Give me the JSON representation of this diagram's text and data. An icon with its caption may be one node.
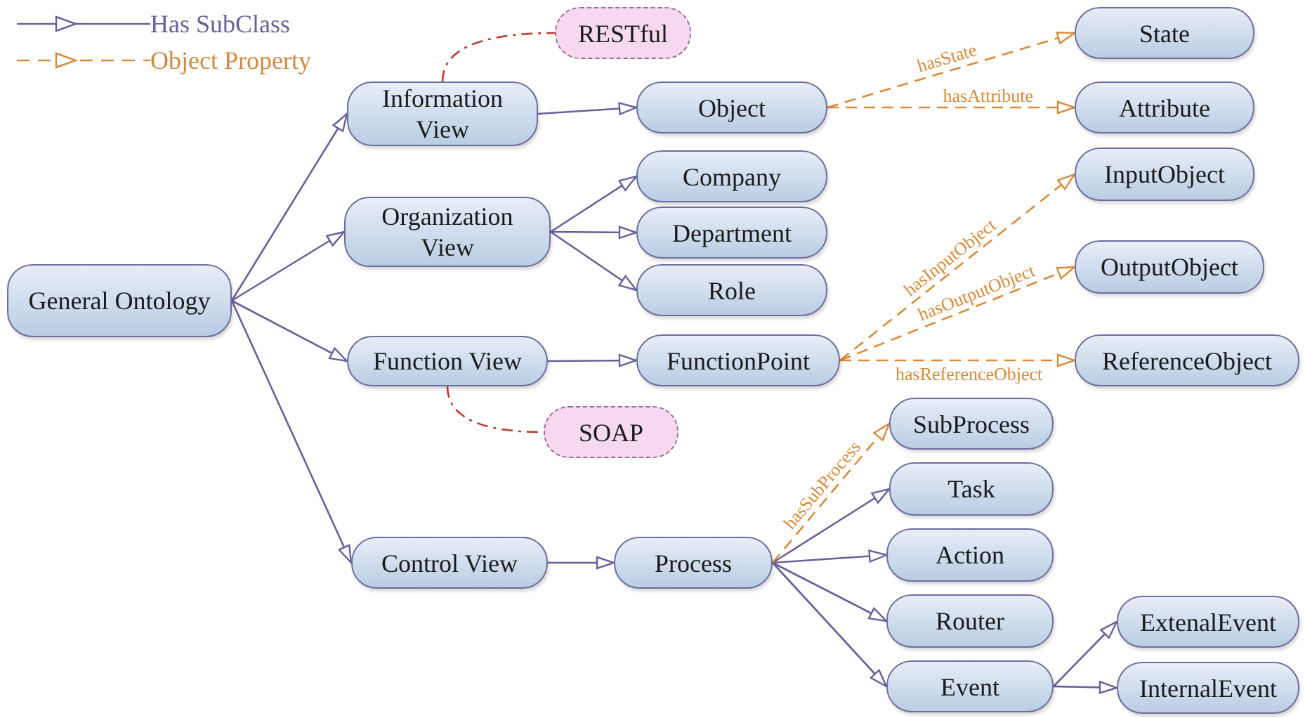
{
  "diagram": {
    "nodes": [
      {
        "text": [
          "General Ontology"
        ]
      },
      {
        "text": [
          "Information View"
        ]
      },
      {
        "text": [
          "Organization View"
        ]
      },
      {
        "text": [
          "Function View"
        ]
      },
      {
        "text": [
          "Control View"
        ]
      },
      {
        "text": [
          "RESTful"
        ]
      },
      {
        "text": [
          "SOAP"
        ]
      },
      {
        "text": [
          "Object"
        ]
      },
      {
        "text": [
          "Company"
        ]
      },
      {
        "text": [
          "Department"
        ]
      },
      {
        "text": [
          "Role"
        ]
      },
      {
        "text": [
          "FunctionPoint"
        ]
      },
      {
        "text": [
          "Process"
        ]
      },
      {
        "text": [
          "State"
        ]
      },
      {
        "text": [
          "Attribute"
        ]
      },
      {
        "text": [
          "InputObject"
        ]
      },
      {
        "text": [
          "OutputObject"
        ]
      },
      {
        "text": [
          "ReferenceObject"
        ]
      },
      {
        "text": [
          "SubProcess"
        ]
      },
      {
        "text": [
          "Task"
        ]
      },
      {
        "text": [
          "Action"
        ]
      },
      {
        "text": [
          "Router"
        ]
      },
      {
        "text": [
          "Event"
        ]
      },
      {
        "text": [
          "ExtenalEvent"
        ]
      },
      {
        "text": [
          "InternalEvent"
        ]
      }
    ],
    "edges": [
      {
        "from": 0,
        "to": 1,
        "arrow": "to"
      },
      {
        "from": 0,
        "to": 2,
        "arrow": "to"
      },
      {
        "from": 0,
        "to": 3,
        "arrow": "to"
      },
      {
        "from": 0,
        "to": 4,
        "arrow": "to"
      },
      {
        "from": 1,
        "to": 7,
        "arrow": "to"
      },
      {
        "from": 2,
        "to": 8,
        "arrow": "to"
      },
      {
        "from": 2,
        "to": 9,
        "arrow": "to"
      },
      {
        "from": 2,
        "to": 10,
        "arrow": "to"
      },
      {
        "from": 3,
        "to": 11,
        "arrow": "to"
      },
      {
        "from": 4,
        "to": 12,
        "arrow": "to"
      },
      {
        "from": 12,
        "to": 19,
        "arrow": "to"
      },
      {
        "from": 12,
        "to": 20,
        "arrow": "to"
      },
      {
        "from": 12,
        "to": 21,
        "arrow": "to"
      },
      {
        "from": 12,
        "to": 22,
        "arrow": "to"
      },
      {
        "from": 22,
        "to": 23,
        "arrow": "to"
      },
      {
        "from": 22,
        "to": 24,
        "arrow": "to"
      },
      {
        "from": 7,
        "to": 13,
        "arrow": "to",
        "label": "hasState",
        "style": "dashed",
        "color": "#d98a3a"
      },
      {
        "from": 7,
        "to": 14,
        "arrow": "to",
        "label": "hasAttribute",
        "style": "dashed",
        "color": "#d98a3a"
      },
      {
        "from": 11,
        "to": 15,
        "arrow": "to",
        "label": "hasInputObject",
        "style": "dashed",
        "color": "#d98a3a"
      },
      {
        "from": 11,
        "to": 16,
        "arrow": "to",
        "label": "hasOutputObject",
        "style": "dashed",
        "color": "#d98a3a"
      },
      {
        "from": 11,
        "to": 17,
        "arrow": "to",
        "label": "hasReferenceObject",
        "style": "dashed",
        "color": "#d98a3a"
      },
      {
        "from": 12,
        "to": 18,
        "arrow": "to",
        "label": "hasSubProcess",
        "style": "dashed",
        "color": "#d98a3a"
      },
      {
        "from": 1,
        "to": 5,
        "arrow": "none",
        "style": "dashed",
        "color": "#c0392b"
      },
      {
        "from": 3,
        "to": 6,
        "arrow": "none",
        "style": "dashed",
        "color": "#c0392b"
      }
    ],
    "legend": [
      {
        "text": "Has SubClass"
      },
      {
        "text": "Object Property"
      }
    ]
  }
}
